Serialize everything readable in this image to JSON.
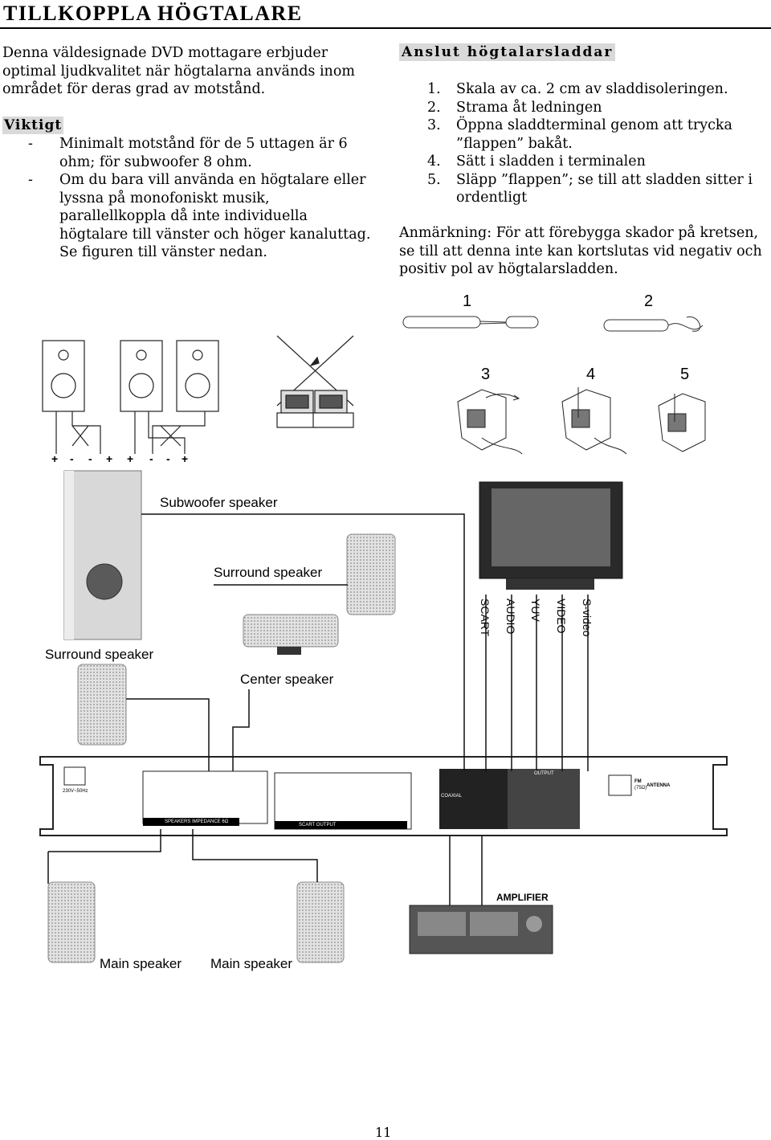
{
  "title": "TILLKOPPLA HÖGTALARE",
  "intro": [
    "Denna väldesignade DVD mottagare erbjuder",
    "optimal ljudkvalitet när högtalarna används inom",
    "området för deras grad av motstånd."
  ],
  "important": {
    "heading": "Viktigt",
    "bullets": [
      {
        "dash": "-",
        "lines": [
          "Minimalt motstånd för de 5 uttagen är 6",
          "ohm; för subwoofer 8 ohm."
        ]
      },
      {
        "dash": "-",
        "lines": [
          "Om du bara vill använda en högtalare eller",
          "lyssna på monofoniskt musik,",
          "parallellkoppla då inte individuella",
          "högtalare till vänster och höger kanaluttag.",
          "Se figuren till vänster nedan."
        ]
      }
    ]
  },
  "connect": {
    "heading": "Anslut högtalarsladdar",
    "steps": [
      {
        "num": "1.",
        "lines": [
          "Skala av ca. 2 cm av sladdisoleringen."
        ]
      },
      {
        "num": "2.",
        "lines": [
          "Strama åt ledningen"
        ]
      },
      {
        "num": "3.",
        "lines": [
          "Öppna sladdterminal genom att trycka",
          "”flappen” bakåt."
        ]
      },
      {
        "num": "4.",
        "lines": [
          "Sätt i sladden i terminalen"
        ]
      },
      {
        "num": "5.",
        "lines": [
          "Släpp ”flappen”; se till att sladden sitter i",
          "ordentligt"
        ]
      }
    ]
  },
  "note": [
    "Anmärkning: För att förebygga skador på kretsen,",
    "se till att denna inte kan kortslutas vid negativ och",
    "positiv pol av högtalarsladden."
  ],
  "figure": {
    "step_numbers": [
      "1",
      "2",
      "3",
      "4",
      "5"
    ],
    "polarity_marks": [
      "+",
      "-",
      "-",
      "+",
      "+",
      "-",
      "-",
      "+"
    ],
    "labels": {
      "subwoofer": "Subwoofer speaker",
      "surround_right": "Surround speaker",
      "surround_left": "Surround speaker",
      "center": "Center speaker",
      "main_left": "Main speaker",
      "main_right": "Main speaker",
      "amplifier": "AMPLIFIER"
    },
    "tv_inputs": [
      "SCART",
      "AUDIO",
      "YUV",
      "VIDEO",
      "S-video"
    ],
    "panel": {
      "power": "230V~50Hz",
      "speaker_impedance": "SPEAKERS IMPEDANCE 6Ω",
      "scart_output": "SCART OUTPUT",
      "coaxial": "COAXIAL",
      "antenna": "ANTENNA",
      "fm": "FM",
      "fm_ohm": "(75Ω)",
      "output": "OUTPUT"
    }
  },
  "page_number": "11"
}
